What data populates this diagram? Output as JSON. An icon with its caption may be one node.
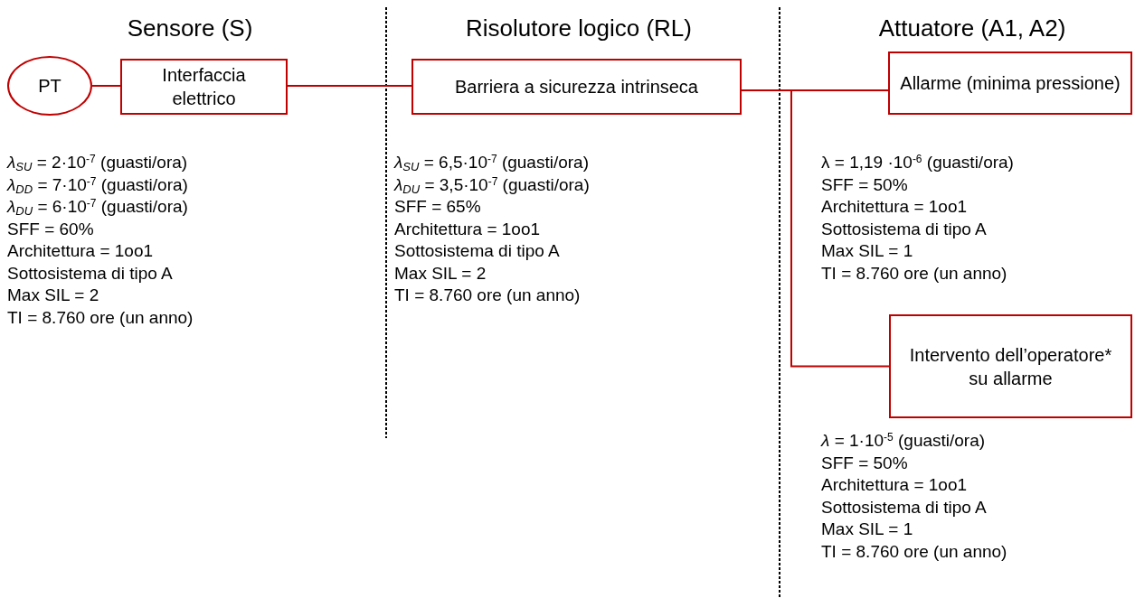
{
  "diagram": {
    "nodes": [
      {
        "text": [
          "PT"
        ]
      },
      {
        "text": [
          "Interfaccia elettrico"
        ],
        "beside": [
          "*λ*$_{SU}$ = 2·10$^{-7}$ (guasti/ora)",
          "*λ*$_{DD}$ = 7·10$^{-7}$ (guasti/ora)",
          "*λ*$_{DU}$ = 6·10$^{-7}$ (guasti/ora)",
          "SFF = 60%",
          "Architettura = 1oo1",
          "Sottosistema di tipo A",
          "Max SIL = 2",
          "TI = 8.760 ore (un anno)"
        ]
      },
      {
        "text": [
          "Barriera a sicurezza intrinseca"
        ],
        "beside": [
          "*λ*$_{SU}$ = 6,5·10$^{-7}$ (guasti/ora)",
          "*λ*$_{DU}$ = 3,5·10$^{-7}$ (guasti/ora)",
          "SFF = 65%",
          "Architettura = 1oo1",
          "Sottosistema di tipo A",
          "Max SIL = 2",
          "TI = 8.760 ore (un anno)"
        ]
      },
      {
        "text": [
          "Allarme (minima pressione)"
        ],
        "beside": [
          "λ = 1,19 ·10$^{-6}$ (guasti/ora)",
          "SFF = 50%",
          "Architettura = 1oo1",
          "Sottosistema di tipo A",
          "Max SIL = 1",
          "TI = 8.760 ore (un anno)"
        ]
      },
      {
        "text": [
          "Intervento dell’operatore* su allarme"
        ],
        "beside": [
          "*λ* = 1·10$^{-5}$ (guasti/ora)",
          "SFF = 50%",
          "Architettura = 1oo1",
          "Sottosistema di tipo A",
          "Max SIL = 1",
          "TI = 8.760 ore (un anno)"
        ]
      }
    ],
    "edges": [
      {
        "from": 0,
        "to": 1,
        "arrow": "none"
      },
      {
        "from": 1,
        "to": 2,
        "arrow": "none"
      },
      {
        "from": 2,
        "to": 3,
        "arrow": "none"
      },
      {
        "from": 2,
        "to": 4,
        "arrow": "none"
      }
    ],
    "labels": [
      "Sensore (S)",
      "Risolutore logico (RL)",
      "Attuatore (A1, A2)"
    ]
  }
}
